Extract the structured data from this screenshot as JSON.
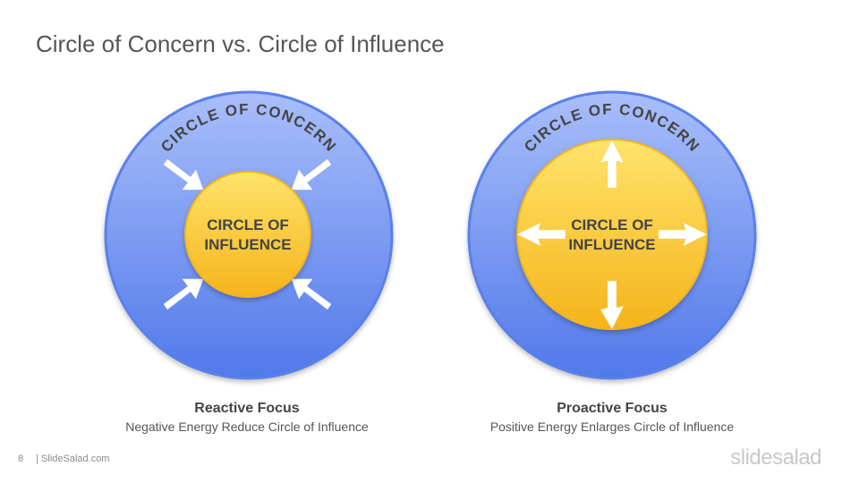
{
  "slide": {
    "title": "Circle of Concern vs. Circle of Influence",
    "page_number": "8",
    "footer_text": "| SlideSalad.com",
    "logo_text": "slidesalad"
  },
  "diagrams": [
    {
      "outer_label": "CIRCLE OF CONCERN",
      "inner_label_line1": "CIRCLE OF",
      "inner_label_line2": "INFLUENCE",
      "arrow_direction": "inward",
      "caption_title": "Reactive Focus",
      "caption_subtitle": "Negative Energy Reduce Circle of Influence"
    },
    {
      "outer_label": "CIRCLE OF CONCERN",
      "inner_label_line1": "CIRCLE OF",
      "inner_label_line2": "INFLUENCE",
      "arrow_direction": "outward",
      "caption_title": "Proactive Focus",
      "caption_subtitle": "Positive Energy Enlarges Circle of Influence"
    }
  ],
  "colors": {
    "concern_blue_light": "#a7bdf8",
    "concern_blue_dark": "#4f78e8",
    "concern_ring": "#5a80ea",
    "influence_yellow_light": "#ffe066",
    "influence_yellow_dark": "#f4b41a",
    "label_text": "#444444",
    "arrow": "#ffffff"
  }
}
